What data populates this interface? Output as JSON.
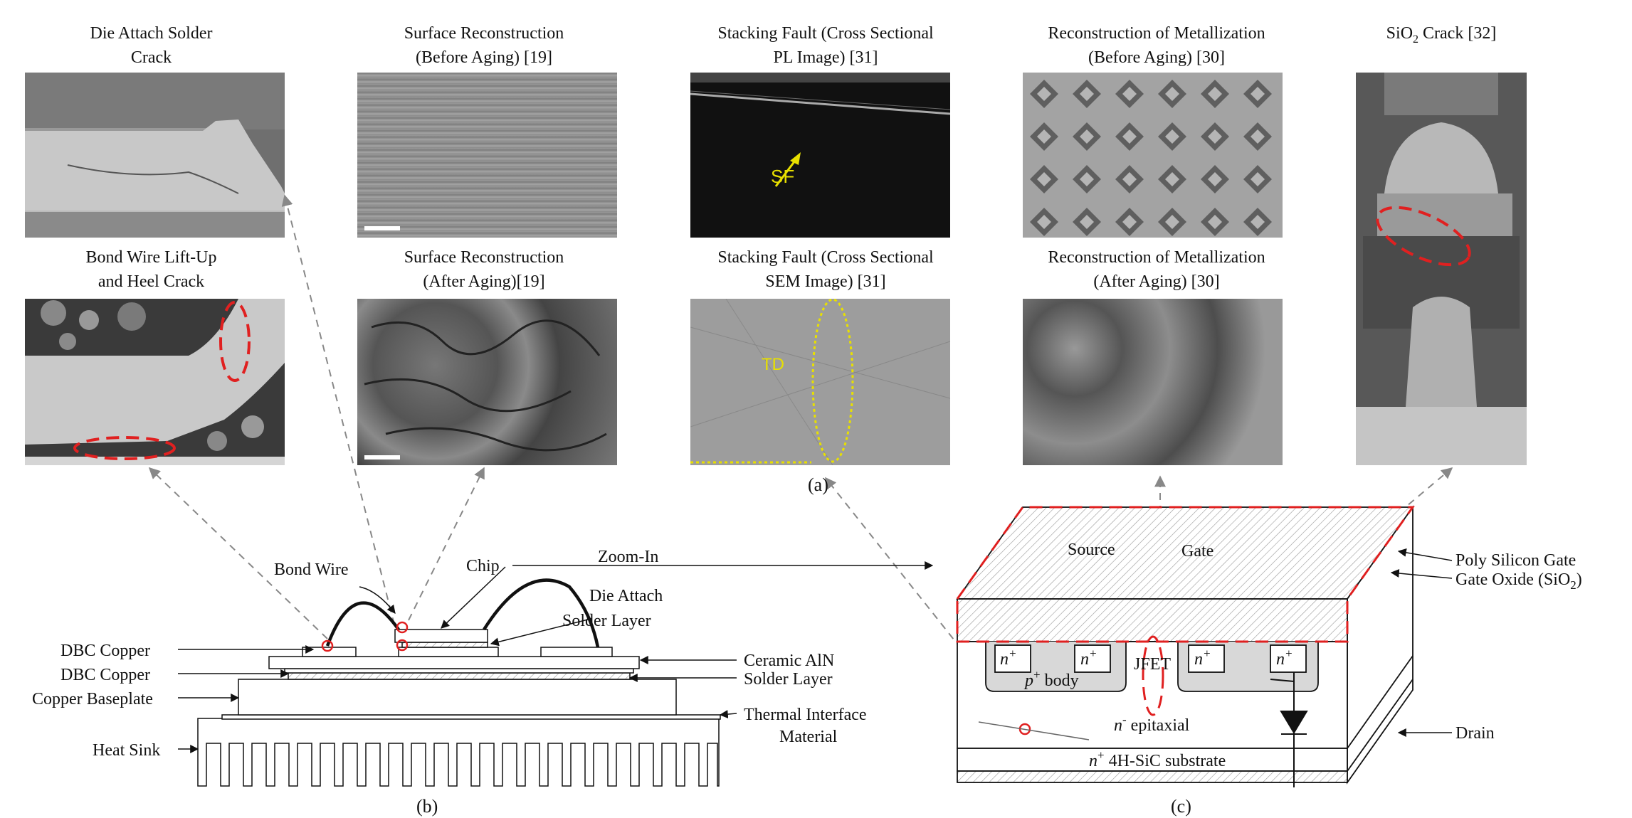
{
  "titles": {
    "die_attach_1": "Die Attach Solder",
    "die_attach_2": "Crack",
    "surf_before_1": "Surface Reconstruction",
    "surf_before_2": "(Before Aging) [19]",
    "sf_pl_1": "Stacking Fault (Cross Sectional",
    "sf_pl_2": "PL Image) [31]",
    "metal_before_1": "Reconstruction of Metallization",
    "metal_before_2": "(Before Aging) [30]",
    "sio2_crack_pre": "SiO",
    "sio2_crack_sub": "2",
    "sio2_crack_post": " Crack [32]",
    "bond_wire_1": "Bond Wire Lift-Up",
    "bond_wire_2": "and Heel Crack",
    "surf_after_1": "Surface Reconstruction",
    "surf_after_2": "(After Aging)[19]",
    "sf_sem_1": "Stacking Fault (Cross Sectional",
    "sf_sem_2": "SEM Image) [31]",
    "metal_after_1": "Reconstruction of Metallization",
    "metal_after_2": "(After Aging) [30]"
  },
  "photo_labels": {
    "sf": "SF",
    "td": "TD"
  },
  "captions": {
    "a": "(a)",
    "b": "(b)",
    "c": "(c)"
  },
  "module": {
    "bond_wire": "Bond Wire",
    "chip": "Chip",
    "die_attach_1": "Die Attach",
    "die_attach_2": "Solder Layer",
    "dbc_copper_top": "DBC Copper",
    "dbc_copper_bottom": "DBC Copper",
    "copper_baseplate": "Copper Baseplate",
    "heat_sink": "Heat Sink",
    "ceramic": "Ceramic AlN",
    "solder_layer": "Solder Layer",
    "tim_1": "Thermal Interface",
    "tim_2": "Material",
    "zoom_in": "Zoom-In"
  },
  "mosfet": {
    "source": "Source",
    "gate": "Gate",
    "poly_gate": "Poly Silicon Gate",
    "gate_oxide_pre": "Gate Oxide (SiO",
    "gate_oxide_sub": "2",
    "gate_oxide_post": ")",
    "n_plus": "n",
    "plus": "+",
    "jfet": "JFET",
    "p_body_p": "p",
    "p_body_rest": " body",
    "n_minus": "n",
    "minus": "-",
    "epitaxial": " epitaxial",
    "substrate_rest": " 4H-SiC substrate",
    "drain": "Drain"
  },
  "colors": {
    "highlight_red": "#e02020",
    "leader_gray": "#888888",
    "annotation_yellow": "#e8e000"
  }
}
